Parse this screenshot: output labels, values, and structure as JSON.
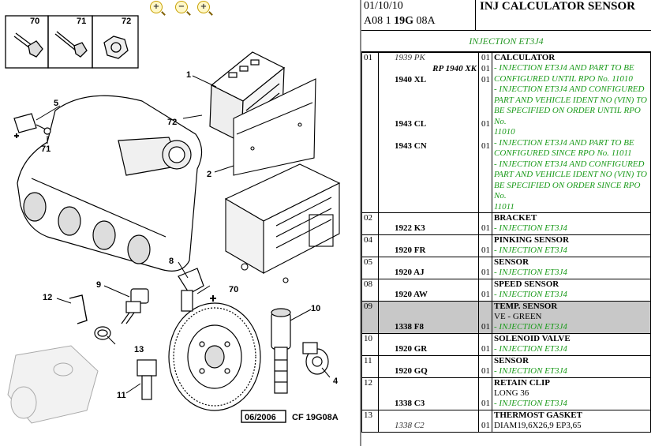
{
  "zoom_toolbar": {
    "icons": [
      "zoom-in-icon",
      "zoom-out-icon",
      "zoom-pan-icon"
    ],
    "zoom_in": "+",
    "zoom_out": "−",
    "zoom_pan": "+"
  },
  "diagram": {
    "part_numbers": [
      "70",
      "71",
      "72",
      "1",
      "5",
      "71",
      "72",
      "2",
      "8",
      "9",
      "70",
      "12",
      "10",
      "13",
      "4",
      "11"
    ],
    "footer_date": "06/2006",
    "footer_ref": "CF 19G08A"
  },
  "header": {
    "date": "01/10/10",
    "code_pre": "A08 1 ",
    "code_bold": "19G",
    "code_post": " 08A",
    "title": "INJ CALCULATOR SENSOR"
  },
  "subheader": "INJECTION ET3J4",
  "rows": [
    {
      "idx": "01",
      "refs": [
        {
          "text": "1939 PK",
          "style": "it"
        },
        {
          "text": "RP 1940 XK",
          "style": "rp"
        },
        {
          "text": "1940 XL",
          "style": "b"
        },
        {
          "text": "",
          "style": "b"
        },
        {
          "text": "",
          "style": "b"
        },
        {
          "text": "",
          "style": "b"
        },
        {
          "text": "1943 CL",
          "style": "b"
        },
        {
          "text": "",
          "style": "b"
        },
        {
          "text": "1943 CN",
          "style": "b"
        }
      ],
      "qtys": [
        "01",
        "01",
        "01",
        "",
        "",
        "",
        "01",
        "",
        "01"
      ],
      "name": "CALCULATOR",
      "lines": [
        "- INJECTION ET3J4 AND PART TO BE",
        "CONFIGURED UNTIL RPO No. 11010",
        "- INJECTION ET3J4 AND CONFIGURED",
        "PART AND VEHICLE IDENT NO (VIN) TO",
        "BE SPECIFIED ON ORDER UNTIL RPO No.",
        "11010",
        "- INJECTION ET3J4 AND PART TO BE",
        "CONFIGURED SINCE RPO No. 11011",
        "- INJECTION ET3J4 AND CONFIGURED",
        "PART AND VEHICLE IDENT NO (VIN) TO",
        "BE SPECIFIED ON ORDER SINCE RPO No.",
        "11011"
      ]
    },
    {
      "idx": "02",
      "ref": "1922 K3",
      "qty": "01",
      "name": "BRACKET",
      "plain": [],
      "lines": [
        "- INJECTION ET3J4"
      ]
    },
    {
      "idx": "04",
      "ref": "1920 FR",
      "qty": "01",
      "name": "PINKING SENSOR",
      "plain": [],
      "lines": [
        "- INJECTION ET3J4"
      ]
    },
    {
      "idx": "05",
      "ref": "1920 AJ",
      "qty": "01",
      "name": "SENSOR",
      "plain": [],
      "lines": [
        "- INJECTION ET3J4"
      ]
    },
    {
      "idx": "08",
      "ref": "1920 AW",
      "qty": "01",
      "name": "SPEED SENSOR",
      "plain": [],
      "lines": [
        "- INJECTION ET3J4"
      ]
    },
    {
      "idx": "09",
      "ref": "1338 F8",
      "qty": "01",
      "name": "TEMP. SENSOR",
      "plain": [
        "VE - GREEN"
      ],
      "lines": [
        "- INJECTION ET3J4"
      ]
    },
    {
      "idx": "10",
      "ref": "1920 GR",
      "qty": "01",
      "name": "SOLENOID VALVE",
      "plain": [],
      "lines": [
        "- INJECTION ET3J4"
      ]
    },
    {
      "idx": "11",
      "ref": "1920 GQ",
      "qty": "01",
      "name": "SENSOR",
      "plain": [],
      "lines": [
        "- INJECTION ET3J4"
      ]
    },
    {
      "idx": "12",
      "ref": "1338 C3",
      "qty": "01",
      "name": "RETAIN CLIP",
      "plain": [
        "LONG 36"
      ],
      "lines": [
        "- INJECTION ET3J4"
      ]
    },
    {
      "idx": "13",
      "ref": "1338 C2",
      "qty": "01",
      "name": "THERMOST GASKET",
      "plain": [
        "DIAM19,6X26,9 EP3,65"
      ],
      "lines": []
    }
  ],
  "selected_row": "09",
  "colors": {
    "green_text": "#1a9a1a",
    "selected_bg": "#c8c8c8",
    "subheader_green": "#2a9a2a"
  }
}
